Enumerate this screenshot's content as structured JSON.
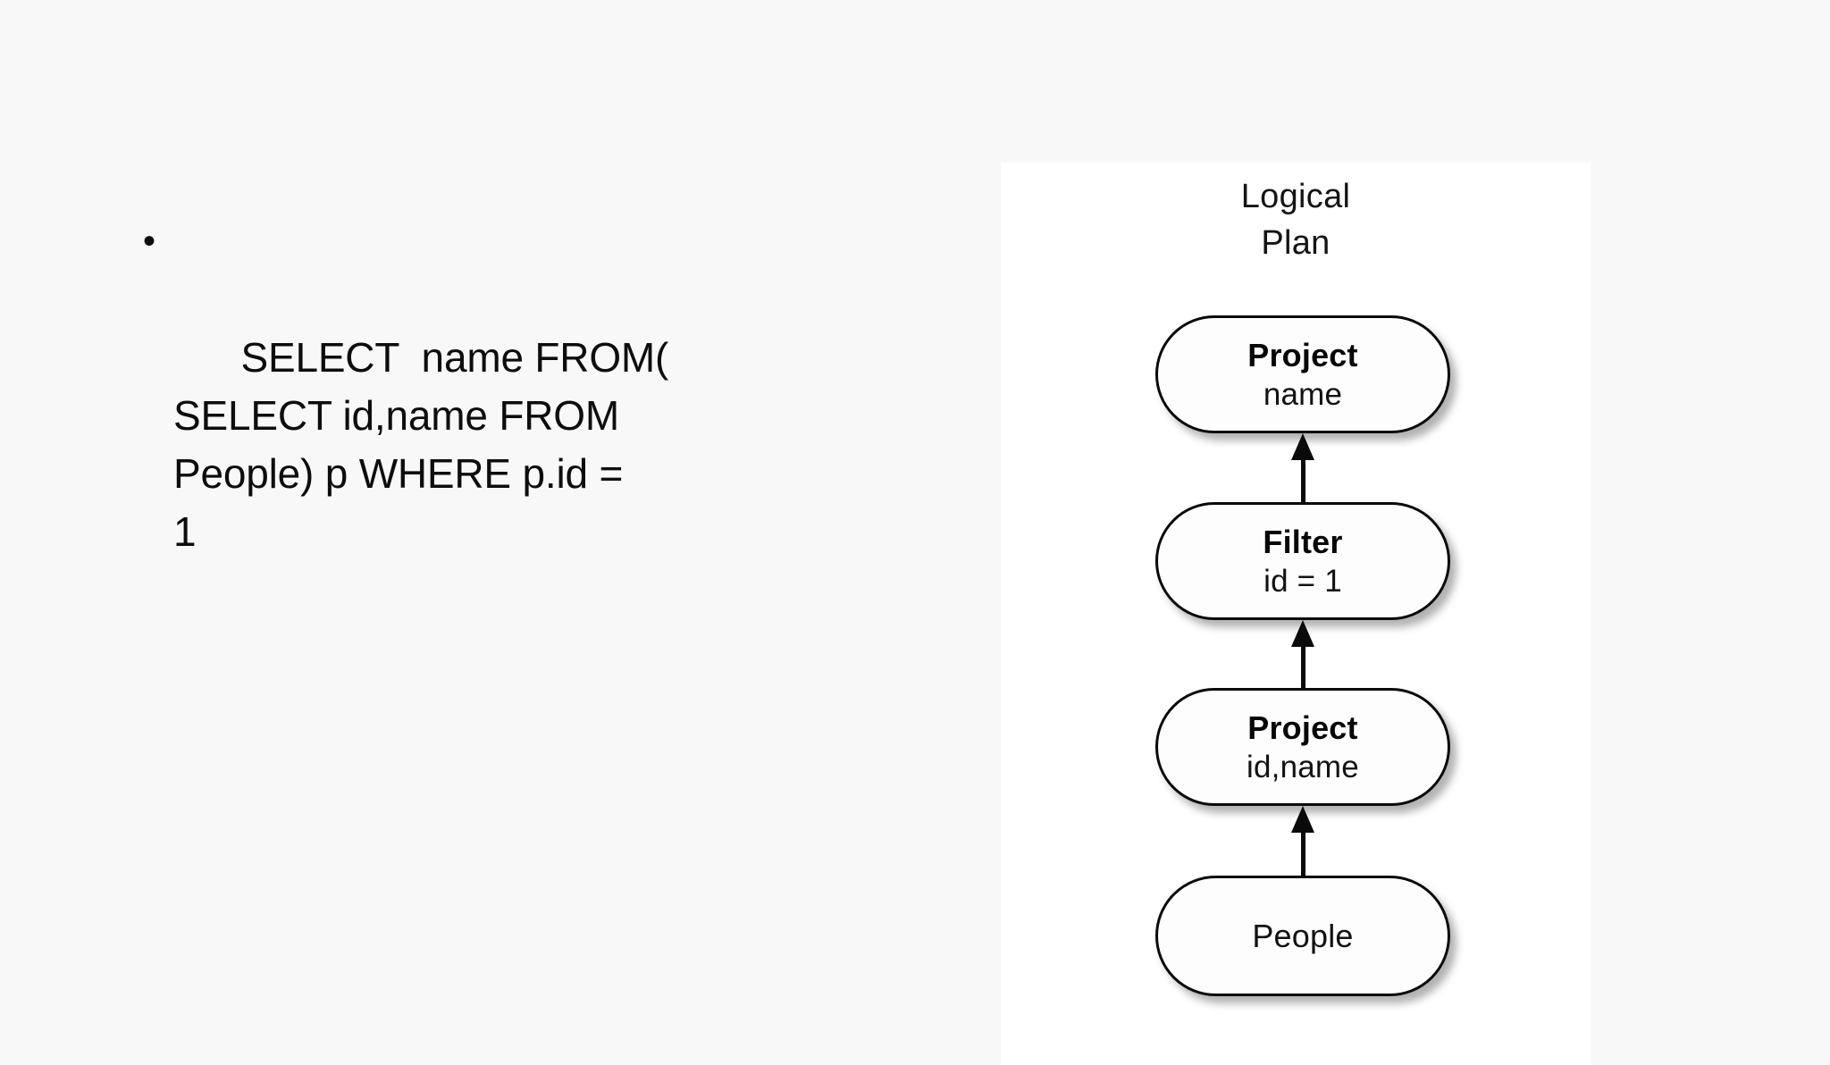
{
  "slide": {
    "background_color": "#f8f8f8",
    "bullets": [
      {
        "marker": "•",
        "text": "SELECT  name FROM(\nSELECT id,name FROM\nPeople) p WHERE p.id =\n1"
      }
    ]
  },
  "figure": {
    "background_color": "#ffffff",
    "title": {
      "line1": "Logical",
      "line2": "Plan"
    },
    "node_border_color": "#0a0a0a",
    "node_fill_color": "#fdfdfd",
    "arrow_color": "#0a0a0a",
    "nodes": [
      {
        "operator": "Project",
        "detail": "name",
        "bold_operator": true,
        "order": 4
      },
      {
        "operator": "Filter",
        "detail": "id = 1",
        "bold_operator": true,
        "order": 3
      },
      {
        "operator": "Project",
        "detail": "id,name",
        "bold_operator": true,
        "order": 2
      },
      {
        "operator": "People",
        "detail": "",
        "bold_operator": false,
        "order": 1
      }
    ],
    "edges": [
      {
        "from": "People",
        "to": "Project id,name"
      },
      {
        "from": "Project id,name",
        "to": "Filter id = 1"
      },
      {
        "from": "Filter id = 1",
        "to": "Project name"
      }
    ]
  }
}
